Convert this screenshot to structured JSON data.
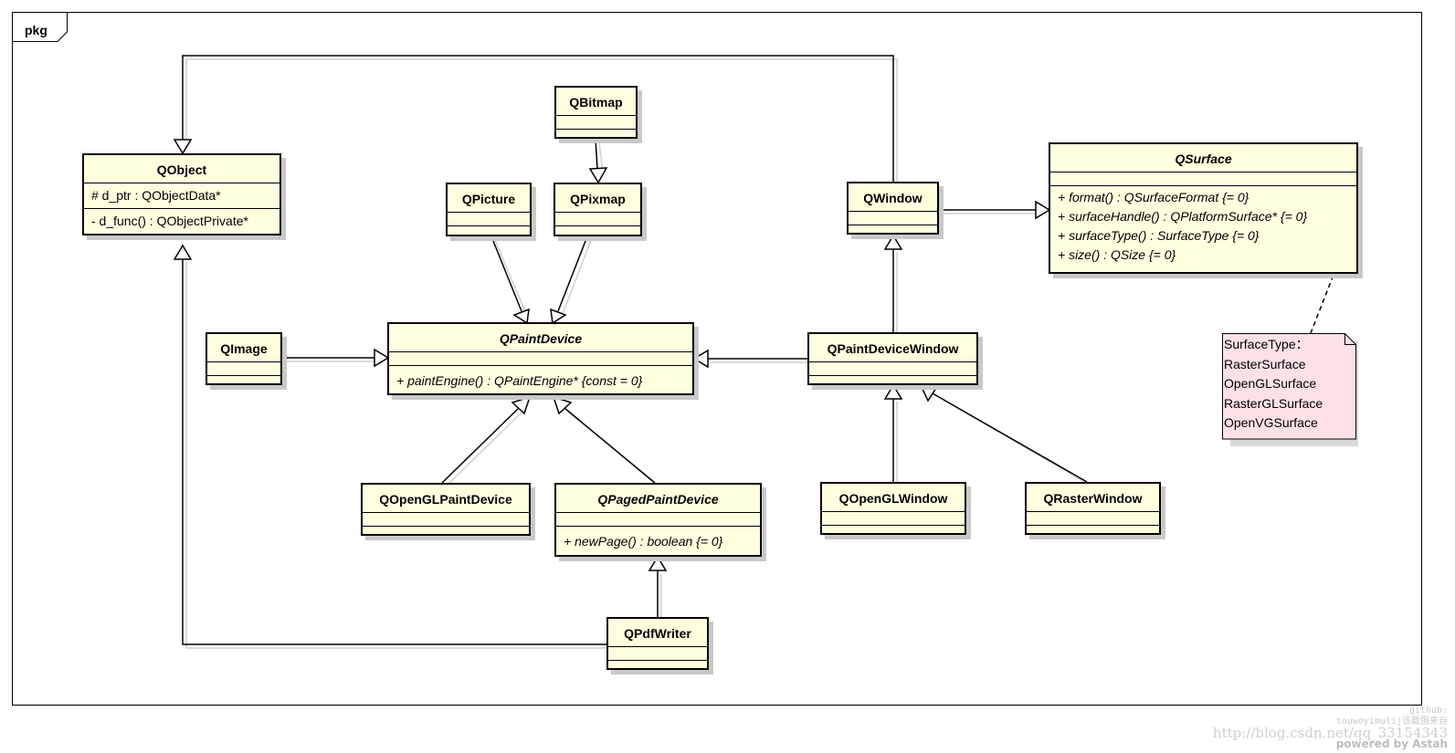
{
  "package": {
    "label": "pkg"
  },
  "classes": {
    "qobject": {
      "name": "QObject",
      "attributes": [
        "# d_ptr : QObjectData*"
      ],
      "operations": [
        "- d_func() : QObjectPrivate*"
      ]
    },
    "qbitmap": {
      "name": "QBitmap"
    },
    "qpicture": {
      "name": "QPicture"
    },
    "qpixmap": {
      "name": "QPixmap"
    },
    "qwindow": {
      "name": "QWindow"
    },
    "qsurface": {
      "name": "QSurface",
      "operations": [
        "+ format() : QSurfaceFormat {= 0}",
        "+ surfaceHandle() : QPlatformSurface* {= 0}",
        "+ surfaceType() : SurfaceType {= 0}",
        "+ size() : QSize {= 0}"
      ]
    },
    "qimage": {
      "name": "QImage"
    },
    "qpaintdevice": {
      "name": "QPaintDevice",
      "operations": [
        "+ paintEngine() : QPaintEngine* {const = 0}"
      ]
    },
    "qpaintdevicewindow": {
      "name": "QPaintDeviceWindow"
    },
    "qopenglpaintdevice": {
      "name": "QOpenGLPaintDevice"
    },
    "qpagedpaintdevice": {
      "name": "QPagedPaintDevice",
      "operations": [
        "+ newPage() : boolean {= 0}"
      ]
    },
    "qopenglwindow": {
      "name": "QOpenGLWindow"
    },
    "qrasterwindow": {
      "name": "QRasterWindow"
    },
    "qpdfwriter": {
      "name": "QPdfWriter"
    }
  },
  "note": {
    "lines": [
      "SurfaceType：",
      "RasterSurface",
      "OpenGLSurface",
      "RasterGLSurface",
      "OpenVGSurface"
    ]
  },
  "watermark": {
    "line1": "github:",
    "line2": "touwoyimuli|该截图来自",
    "line3": "http://blog.csdn.net/qq_33154343",
    "line4": "powered by Astah"
  },
  "colors": {
    "class_fill": "#ffffe0",
    "note_fill": "#fde1e6",
    "shadow": "#c9c9c9"
  }
}
